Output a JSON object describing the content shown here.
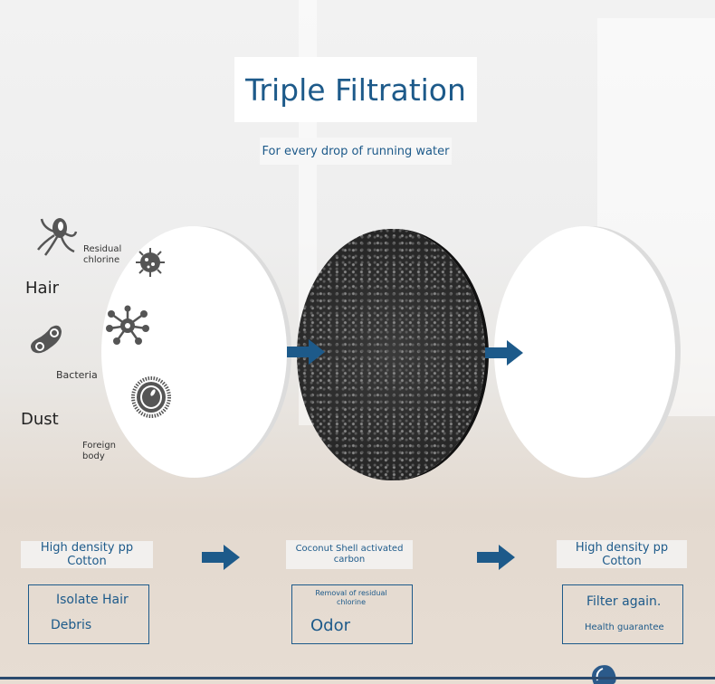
{
  "header": {
    "title": "Triple Filtration",
    "subtitle": "For every drop of running water"
  },
  "contaminants": {
    "residual_chlorine": "Residual chlorine",
    "hair": "Hair",
    "bacteria": "Bacteria",
    "dust": "Dust",
    "foreign_body": "Foreign body"
  },
  "stages": [
    {
      "name": "High density pp Cotton",
      "line1": "Isolate Hair",
      "line2": "Debris"
    },
    {
      "name": "Coconut Shell activated carbon",
      "line1": "Removal of residual chlorine",
      "line2": "Odor"
    },
    {
      "name": "High density pp Cotton",
      "line1": "Filter again.",
      "line2": "Health guarantee"
    }
  ],
  "colors": {
    "accent": "#1d5a8a"
  }
}
